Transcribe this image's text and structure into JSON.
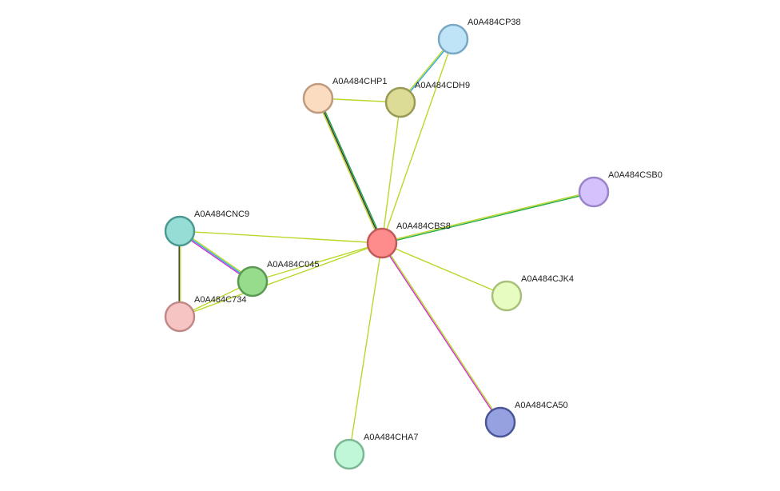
{
  "network": {
    "nodes": [
      {
        "id": "CBS8",
        "label": "A0A484CBS8",
        "fill": "#ff8c8c",
        "stroke": "#c25a5a"
      },
      {
        "id": "CP38",
        "label": "A0A484CP38",
        "fill": "#bfe3f7",
        "stroke": "#7aa8c4"
      },
      {
        "id": "CHP1",
        "label": "A0A484CHP1",
        "fill": "#fcdcc0",
        "stroke": "#c09a7c"
      },
      {
        "id": "CDH9",
        "label": "A0A484CDH9",
        "fill": "#dcdc96",
        "stroke": "#9a9a56"
      },
      {
        "id": "CSB0",
        "label": "A0A484CSB0",
        "fill": "#d4c2fc",
        "stroke": "#9a84c8"
      },
      {
        "id": "CNC9",
        "label": "A0A484CNC9",
        "fill": "#96ddd6",
        "stroke": "#4a9a92"
      },
      {
        "id": "C045",
        "label": "A0A484C045",
        "fill": "#96dc8c",
        "stroke": "#5a9a50"
      },
      {
        "id": "C734",
        "label": "A0A484C734",
        "fill": "#f7c4c4",
        "stroke": "#c28888"
      },
      {
        "id": "CJK4",
        "label": "A0A484CJK4",
        "fill": "#e6fcc0",
        "stroke": "#a8c07a"
      },
      {
        "id": "CA50",
        "label": "A0A484CA50",
        "fill": "#96a2e0",
        "stroke": "#4a5699"
      },
      {
        "id": "CHA7",
        "label": "A0A484CHA7",
        "fill": "#c0f7d8",
        "stroke": "#7ab894"
      }
    ],
    "edges": [
      {
        "source": "CBS8",
        "target": "CHP1",
        "colors": [
          "#b8d82a",
          "#333333",
          "#22aa44"
        ]
      },
      {
        "source": "CBS8",
        "target": "CDH9",
        "colors": [
          "#b8d82a"
        ]
      },
      {
        "source": "CBS8",
        "target": "CP38",
        "colors": [
          "#b8d82a"
        ]
      },
      {
        "source": "CBS8",
        "target": "CSB0",
        "colors": [
          "#b8d82a",
          "#22aa44"
        ]
      },
      {
        "source": "CBS8",
        "target": "CNC9",
        "colors": [
          "#b8d82a"
        ]
      },
      {
        "source": "CBS8",
        "target": "C045",
        "colors": [
          "#b8d82a"
        ]
      },
      {
        "source": "CBS8",
        "target": "C734",
        "colors": [
          "#b8d82a"
        ]
      },
      {
        "source": "CBS8",
        "target": "CJK4",
        "colors": [
          "#b8d82a"
        ]
      },
      {
        "source": "CBS8",
        "target": "CA50",
        "colors": [
          "#b8d82a",
          "#cc33cc"
        ]
      },
      {
        "source": "CBS8",
        "target": "CHA7",
        "colors": [
          "#b8d82a"
        ]
      },
      {
        "source": "CHP1",
        "target": "CDH9",
        "colors": [
          "#b8d82a"
        ]
      },
      {
        "source": "CDH9",
        "target": "CP38",
        "colors": [
          "#b8d82a",
          "#33aadd"
        ]
      },
      {
        "source": "CNC9",
        "target": "C045",
        "colors": [
          "#b8d82a",
          "#33aadd",
          "#cc33cc"
        ]
      },
      {
        "source": "CNC9",
        "target": "C734",
        "colors": [
          "#b8d82a",
          "#333333"
        ]
      },
      {
        "source": "C045",
        "target": "C734",
        "colors": [
          "#b8d82a"
        ]
      }
    ]
  }
}
